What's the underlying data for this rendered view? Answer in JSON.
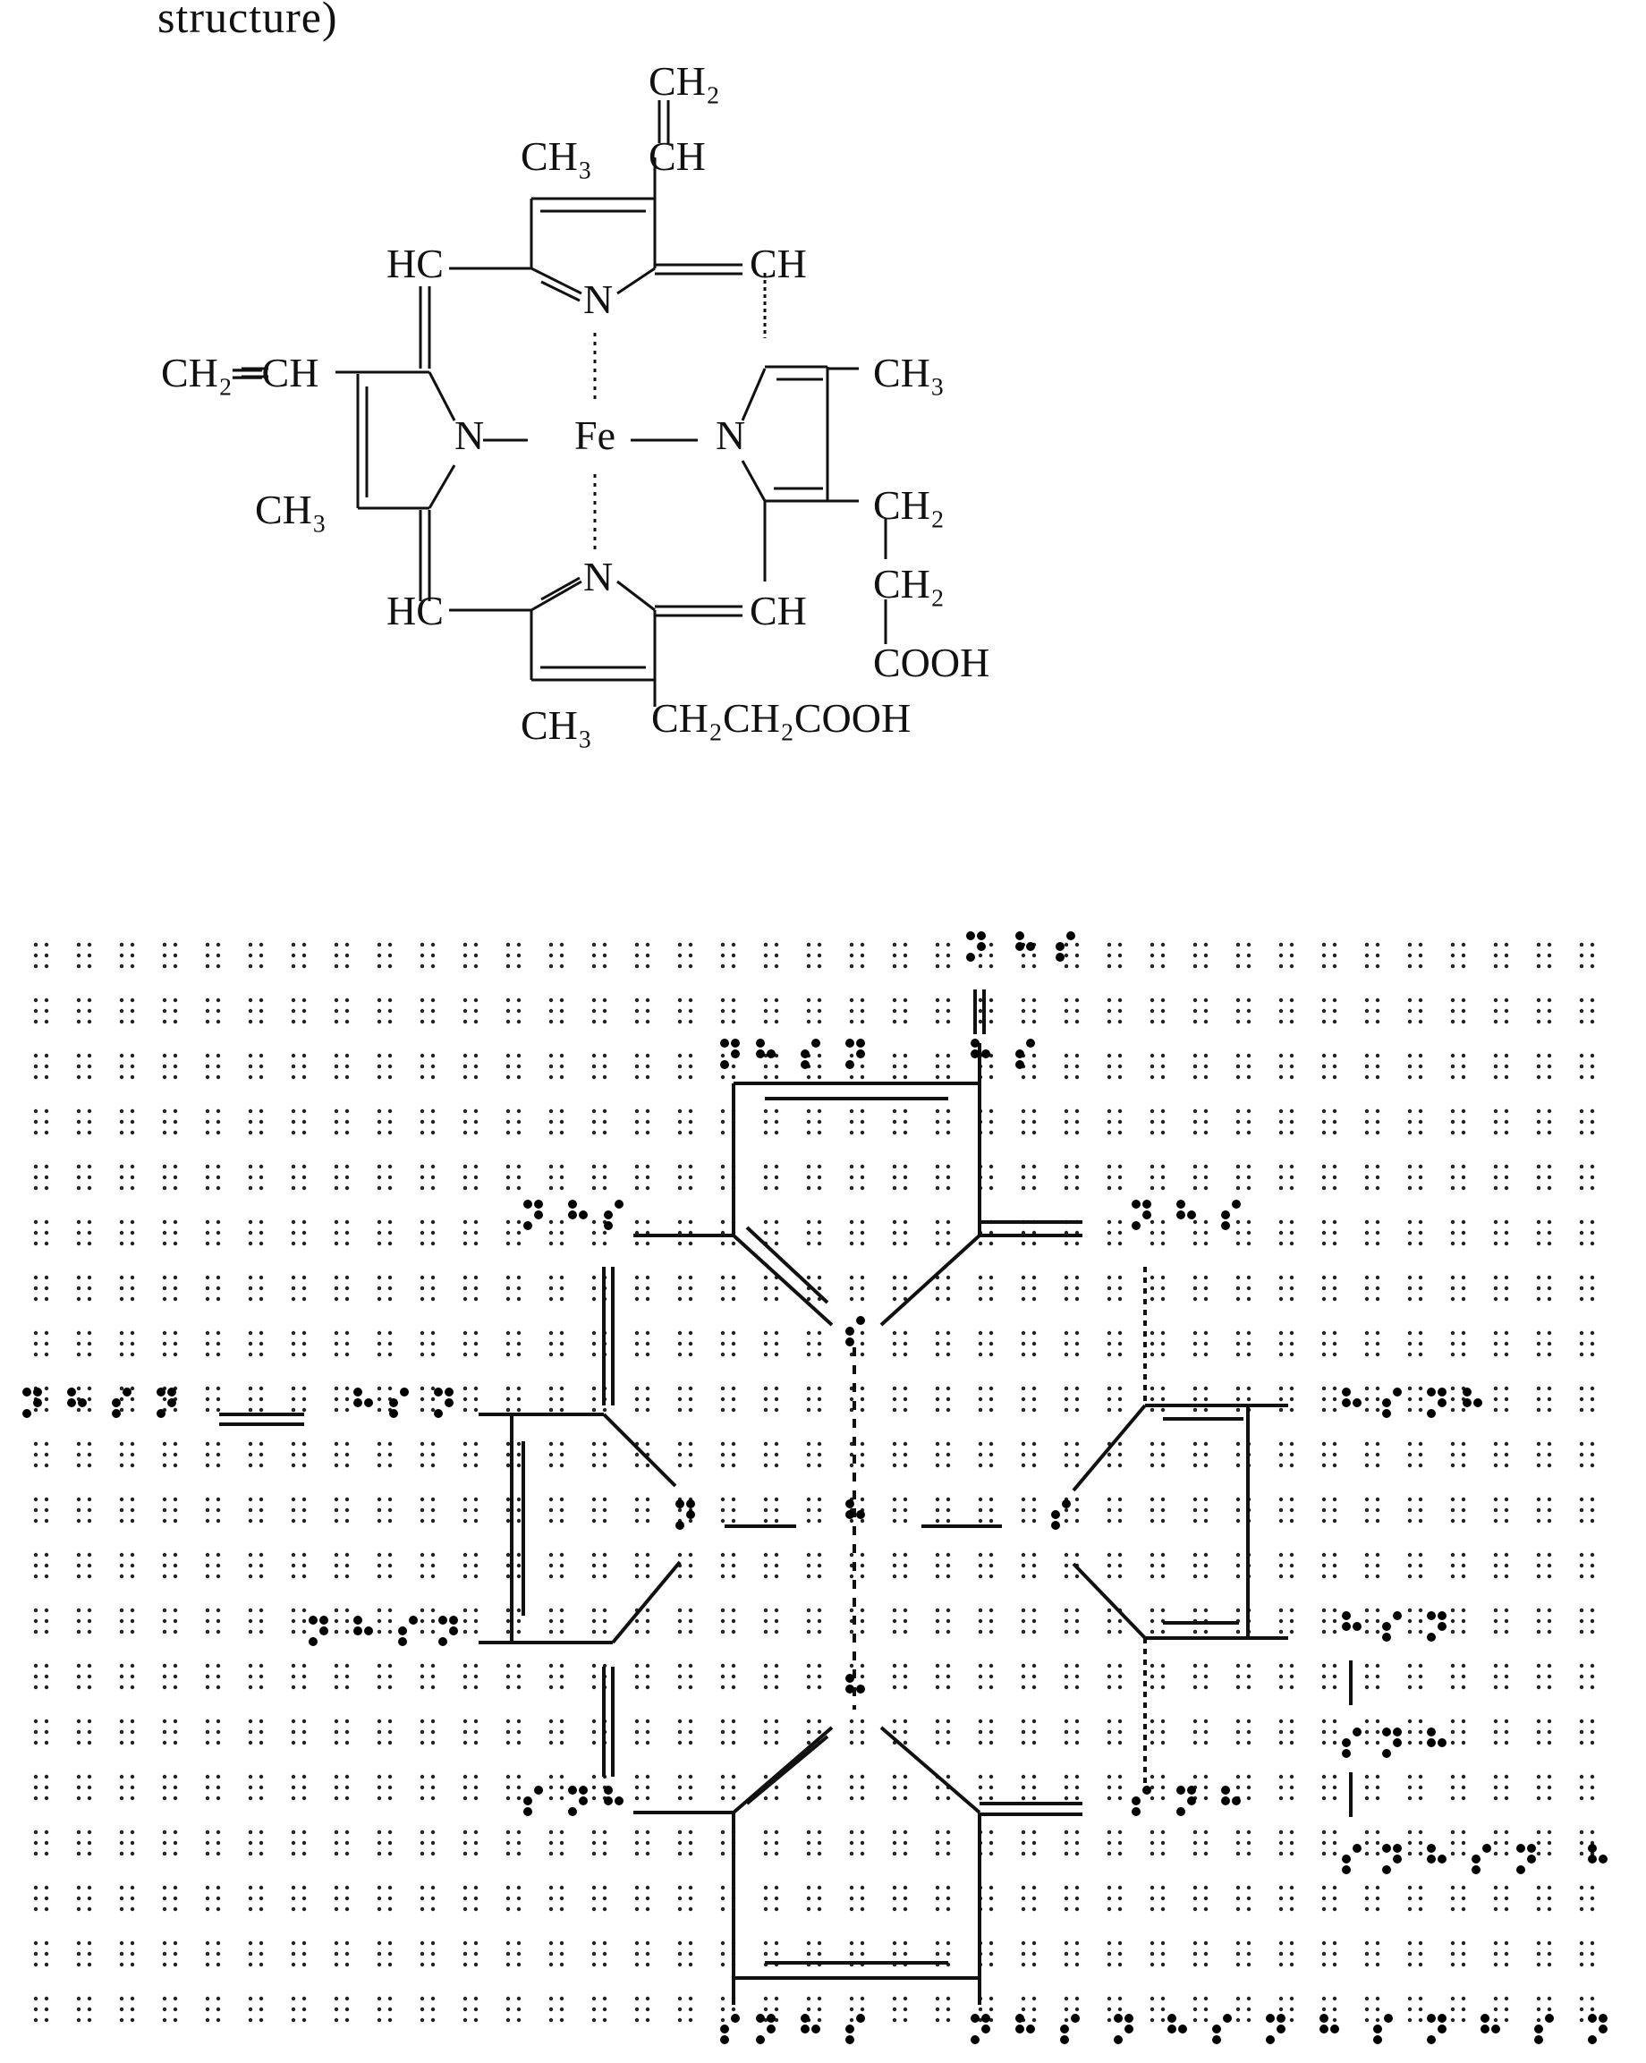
{
  "caption_fragment": "structure)",
  "molecule": {
    "labels": {
      "top_ch2": "CH₂",
      "top_ch": "CH",
      "top_ch3": "CH₃",
      "hc_upper": "HC",
      "ch_upper_right": "CH",
      "n_top": "N",
      "vinyl_left": "CH₂═CH",
      "ch3_right": "CH₃",
      "n_left": "N",
      "fe": "Fe",
      "n_right": "N",
      "ch3_left": "CH₃",
      "ch2_right_1": "CH₂",
      "ch2_right_2": "CH₂",
      "n_bottom": "N",
      "hc_lower": "HC",
      "ch_lower_right": "CH",
      "cooh_right": "COOH",
      "ch3_bottom": "CH₃",
      "propionic_bottom": "CH₂CH₂COOH"
    }
  },
  "braille_rendering": {
    "description_visible": false
  }
}
